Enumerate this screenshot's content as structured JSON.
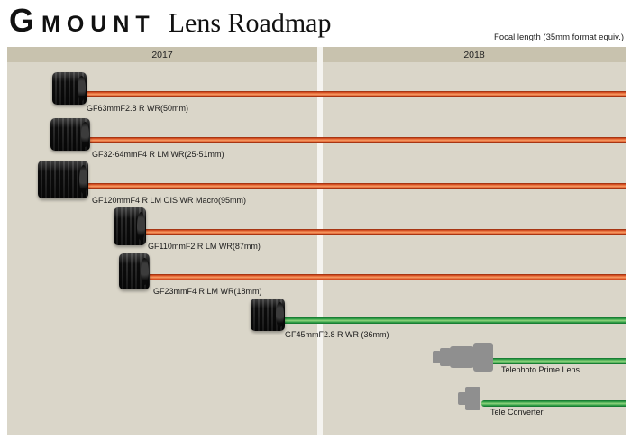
{
  "header": {
    "logo_g": "G",
    "logo_mount": "MOUNT",
    "title": "Lens Roadmap",
    "note": "Focal length (35mm format equiv.)"
  },
  "chart_data": {
    "type": "timeline",
    "title": "G MOUNT Lens Roadmap",
    "subtitle": "Focal length (35mm format equiv.)",
    "years": [
      "2017",
      "2018"
    ],
    "x_range_est": [
      2017.0,
      2019.0
    ],
    "items": [
      {
        "label": "GF63mmF2.8 R WR(50mm)",
        "bar_color": "orange",
        "icon": "black-lens-photo",
        "bar_start_year_est": 2017.2
      },
      {
        "label": "GF32-64mmF4 R LM WR(25-51mm)",
        "bar_color": "orange",
        "icon": "black-lens-photo",
        "bar_start_year_est": 2017.25
      },
      {
        "label": "GF120mmF4 R LM OIS WR Macro(95mm)",
        "bar_color": "orange",
        "icon": "black-lens-photo",
        "bar_start_year_est": 2017.25
      },
      {
        "label": "GF110mmF2 R LM WR(87mm)",
        "bar_color": "orange",
        "icon": "black-lens-photo",
        "bar_start_year_est": 2017.45
      },
      {
        "label": "GF23mmF4 R LM WR(18mm)",
        "bar_color": "orange",
        "icon": "black-lens-photo",
        "bar_start_year_est": 2017.45
      },
      {
        "label": "GF45mmF2.8 R WR (36mm)",
        "bar_color": "green",
        "icon": "black-lens-photo",
        "bar_start_year_est": 2017.9
      },
      {
        "label": "Telephoto Prime Lens",
        "bar_color": "green",
        "icon": "gray-silhouette",
        "bar_start_year_est": 2018.55
      },
      {
        "label": "Tele Converter",
        "bar_color": "green",
        "icon": "gray-silhouette",
        "bar_start_year_est": 2018.5
      }
    ],
    "bars_extend_to": "right edge of chart (beyond 2018)",
    "colors": {
      "orange_bar": "#e0532a",
      "green_bar": "#3aa84c",
      "header_band": "#c8c2ae",
      "chart_background": "#dad6c9"
    }
  }
}
